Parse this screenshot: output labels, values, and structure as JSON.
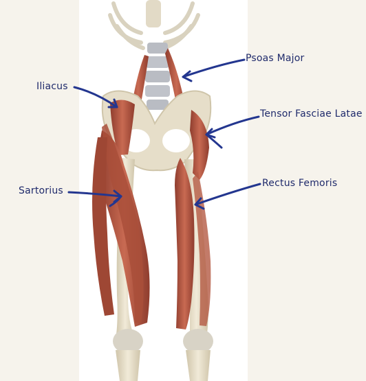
{
  "labels": {
    "psoas_major": "Psoas Major",
    "iliacus": "Iliacus",
    "tensor_fasciae_latae": "Tensor Fasciae Latae",
    "sartorius": "Sartorius",
    "rectus_femoris": "Rectus Femoris"
  },
  "colors": {
    "background": "#f6f3ec",
    "panel": "#ffffff",
    "bone": "#e4dcc4",
    "muscle": "#b9614a",
    "arrow": "#23368f",
    "label_text": "#1f2a6b"
  }
}
